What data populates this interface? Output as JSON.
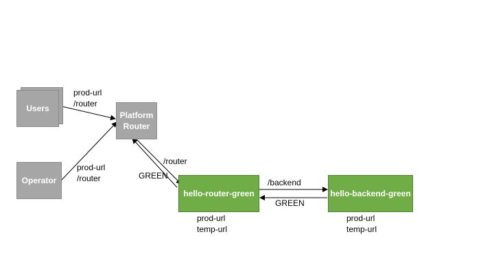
{
  "nodes": {
    "users": "Users",
    "operator": "Operator",
    "platform_router": [
      "Platform",
      "Router"
    ],
    "hello_router": "hello-router-green",
    "hello_backend": "hello-backend-green"
  },
  "edges": {
    "users_to_router": [
      "prod-url",
      "/router"
    ],
    "operator_to_router": [
      "prod-url",
      "/router"
    ],
    "platform_to_hello_router": "/router",
    "hello_router_to_platform": "GREEN",
    "router_to_backend": "/backend",
    "backend_to_router": "GREEN"
  },
  "annotations": {
    "hello_router_urls": [
      "prod-url",
      "temp-url"
    ],
    "hello_backend_urls": [
      "prod-url",
      "temp-url"
    ]
  },
  "colors": {
    "gray_node": "#a6a6a6",
    "green_node": "#70ad47"
  }
}
